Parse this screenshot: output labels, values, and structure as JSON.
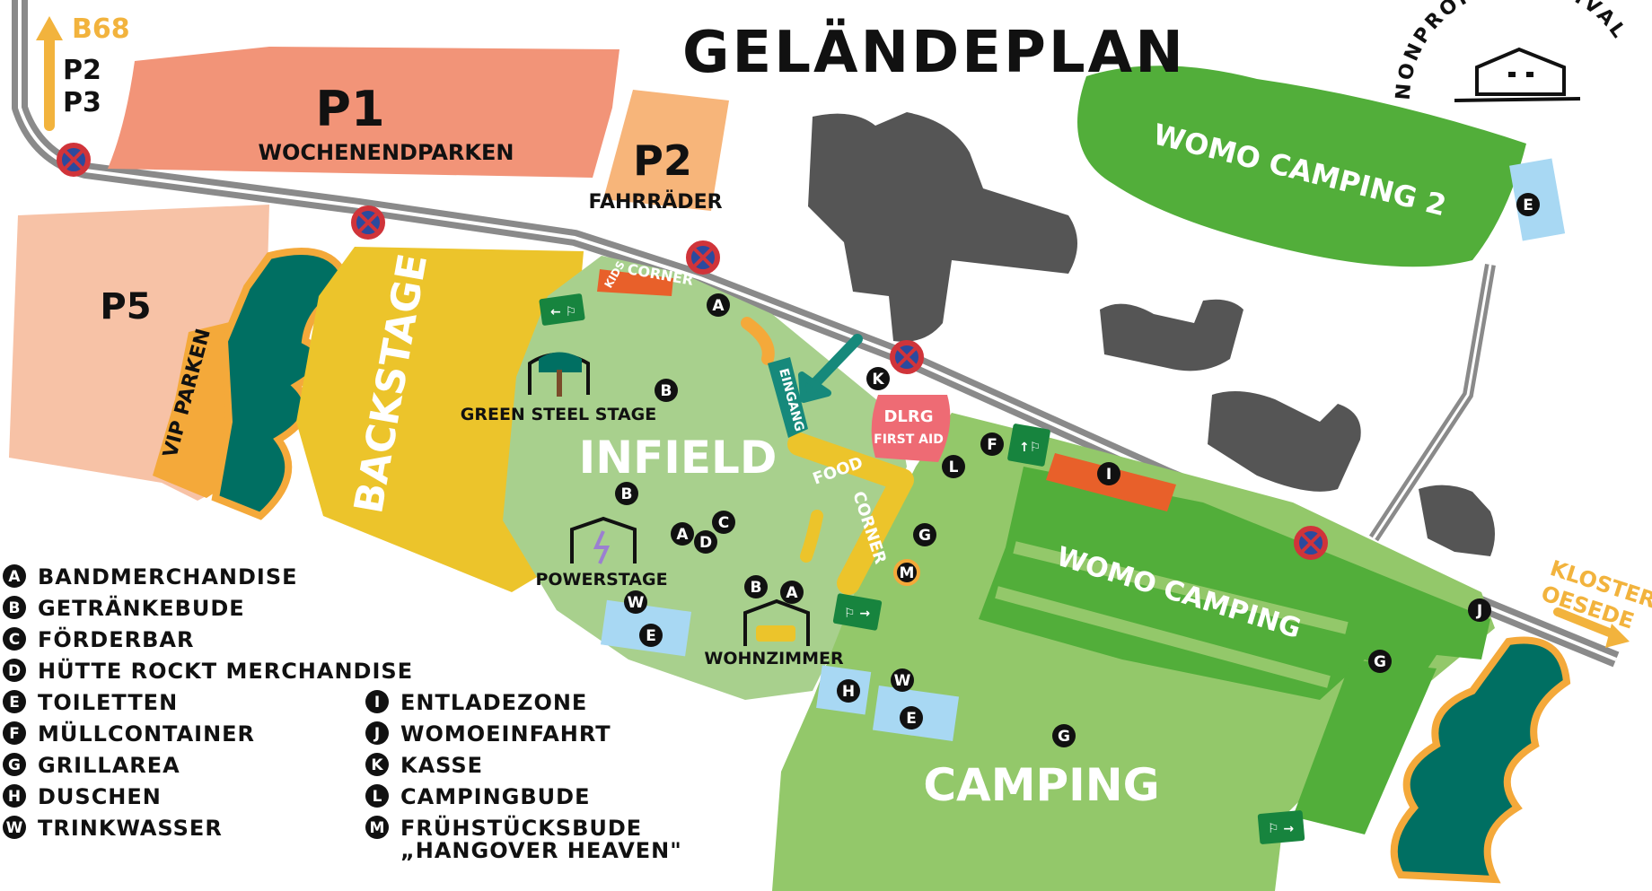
{
  "title": "GELÄNDEPLAN",
  "logo_text": "NONPROFIT FESTIVAL",
  "road_top": {
    "label": "B68",
    "sublabels": [
      "P2",
      "P3"
    ]
  },
  "road_right": {
    "label_line1": "KLOSTER",
    "label_line2": "OESEDE"
  },
  "areas": {
    "p1_title": "P1",
    "p1_sub": "WOCHENENDPARKEN",
    "p2_title": "P2",
    "p2_sub": "FAHRRÄDER",
    "p5": "P5",
    "vip": "VIP PARKEN",
    "backstage": "BACKSTAGE",
    "infield": "INFIELD",
    "camping": "CAMPING",
    "womo_camping": "WOMO CAMPING",
    "womo_camping_2": "WOMO CAMPING 2",
    "kids_corner_1": "KIDS",
    "kids_corner_2": "CORNER",
    "food_corner_1": "FOOD",
    "food_corner_2": "CORNER",
    "eingang": "EINGANG",
    "dlrg": "DLRG",
    "first_aid": "FIRST AID"
  },
  "stages": {
    "green_steel": "GREEN STEEL STAGE",
    "powerstage": "POWERSTAGE",
    "wohnzimmer": "WOHNZIMMER"
  },
  "markers": {
    "A": "A",
    "B": "B",
    "C": "C",
    "D": "D",
    "E": "E",
    "F": "F",
    "G": "G",
    "H": "H",
    "I": "I",
    "J": "J",
    "K": "K",
    "L": "L",
    "M": "M",
    "W": "W"
  },
  "legend": [
    {
      "key": "A",
      "label": "BANDMERCHANDISE"
    },
    {
      "key": "B",
      "label": "GETRÄNKEBUDE"
    },
    {
      "key": "C",
      "label": "FÖRDERBAR"
    },
    {
      "key": "D",
      "label": "HÜTTE ROCKT MERCHANDISE"
    },
    {
      "key": "E",
      "label": "TOILETTEN"
    },
    {
      "key": "F",
      "label": "MÜLLCONTAINER"
    },
    {
      "key": "G",
      "label": "GRILLAREA"
    },
    {
      "key": "H",
      "label": "DUSCHEN"
    },
    {
      "key": "W",
      "label": "TRINKWASSER"
    },
    {
      "key": "I",
      "label": "ENTLADEZONE"
    },
    {
      "key": "J",
      "label": "WOMOEINFAHRT"
    },
    {
      "key": "K",
      "label": "KASSE"
    },
    {
      "key": "L",
      "label": "CAMPINGBUDE"
    },
    {
      "key": "M",
      "label": "FRÜHSTÜCKSBUDE"
    }
  ],
  "legend_m_line2": "„HANGOVER HEAVEN\"",
  "colors": {
    "parking_salmon": "#F29478",
    "parking_orange": "#F7B57A",
    "parking_pink": "#F7C2A6",
    "vip_orange": "#F4A93A",
    "backstage_yellow": "#ECC42B",
    "infield_green": "#A8D08D",
    "camping_green": "#93C86A",
    "womo_green": "#52AE3A",
    "tree_teal": "#006F62",
    "building_gray": "#555555",
    "toilet_blue": "#A8D8F3",
    "dlrg_red": "#EE6B74",
    "entladezone_orange": "#E8602A",
    "exit_green": "#17843E",
    "road_gray": "#8A8A8A",
    "road_arrow": "#F2B33D",
    "nopark_red": "#D0343A",
    "nopark_blue": "#2B4A9E"
  }
}
